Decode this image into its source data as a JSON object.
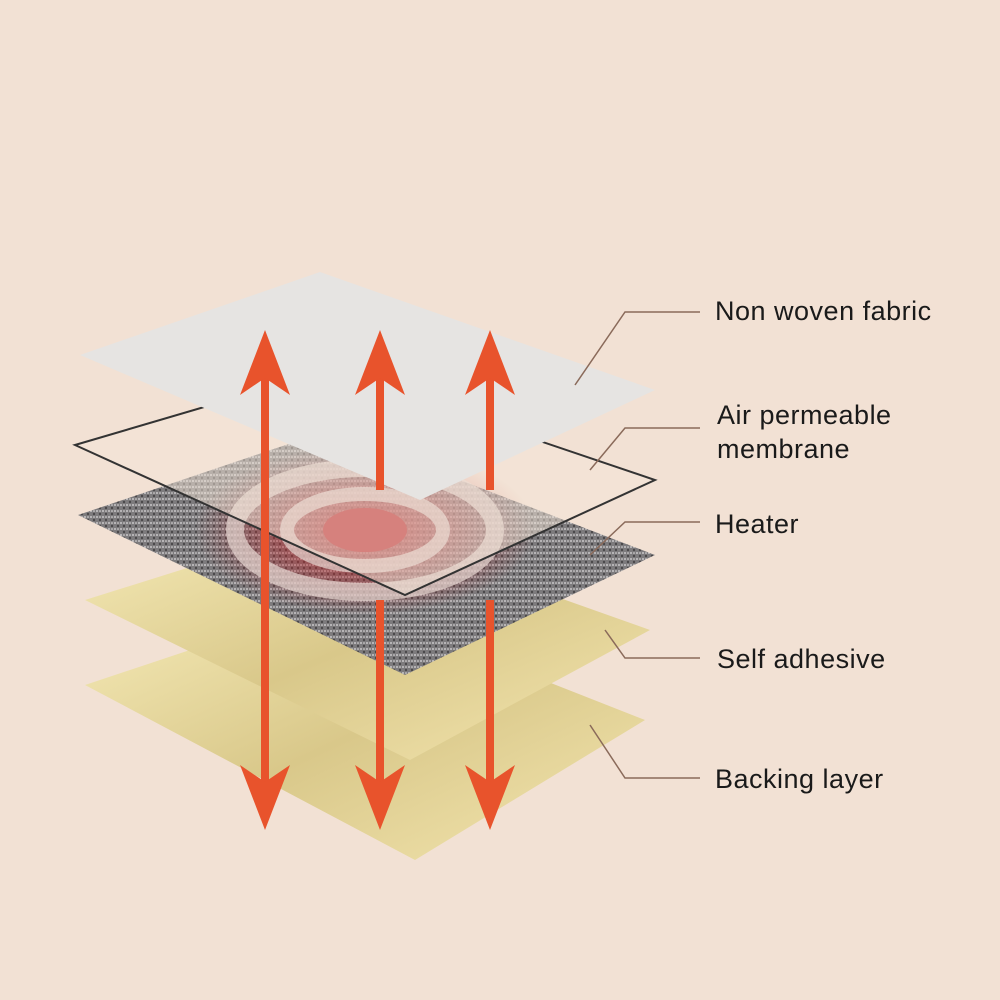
{
  "layers": [
    {
      "label": "Non woven fabric"
    },
    {
      "label": "Air permeable membrane",
      "line1": "Air permeable",
      "line2": "membrane"
    },
    {
      "label": "Heater"
    },
    {
      "label": "Self adhesive"
    },
    {
      "label": "Backing layer"
    }
  ],
  "colors": {
    "arrow": "#e8532c",
    "leader": "#8a6a5a",
    "background": "#f2e1d4"
  }
}
